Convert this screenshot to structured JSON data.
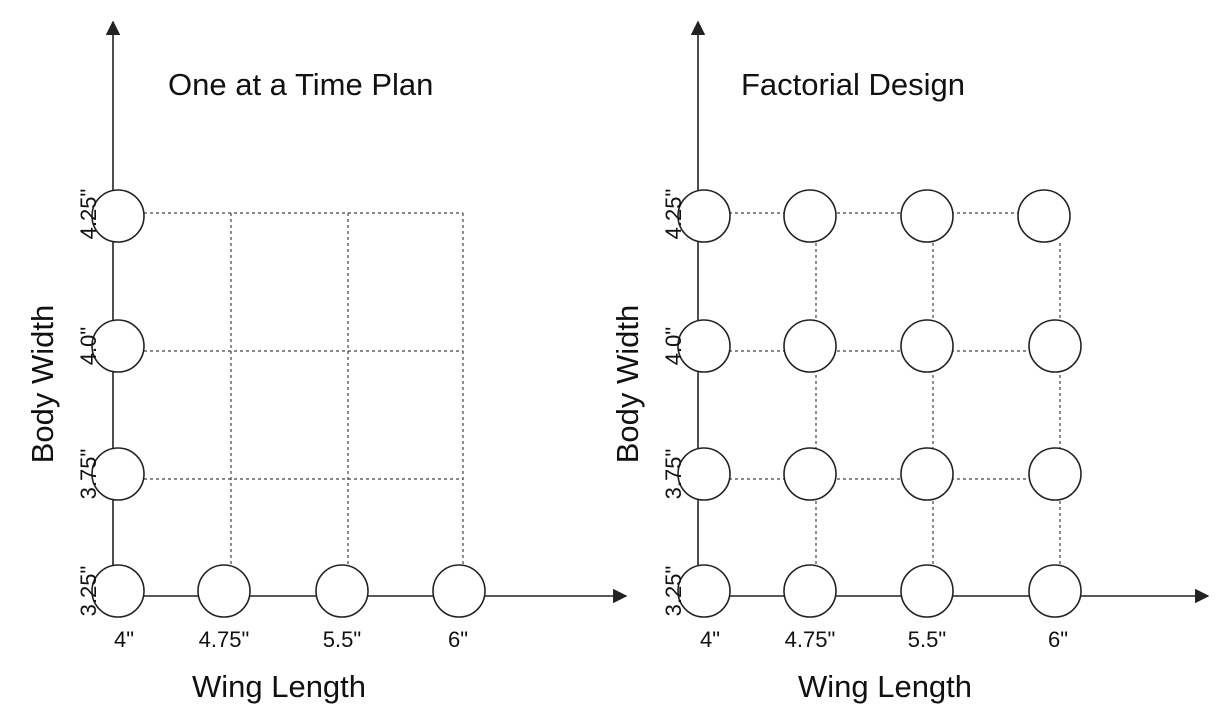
{
  "panels": [
    {
      "title": "One at a Time Plan",
      "x_axis_label": "Wing Length",
      "y_axis_label": "Body Width",
      "x_ticks": [
        "4\"",
        "4.75\"",
        "5.5\"",
        "6\""
      ],
      "y_ticks": [
        "3.25\"",
        "3.75\"",
        "4.0\"",
        "4.25\""
      ],
      "runs": [
        {
          "wing": "4\"",
          "body": "3.25\""
        },
        {
          "wing": "4.75\"",
          "body": "3.25\""
        },
        {
          "wing": "5.5\"",
          "body": "3.25\""
        },
        {
          "wing": "6\"",
          "body": "3.25\""
        },
        {
          "wing": "4\"",
          "body": "3.75\""
        },
        {
          "wing": "4\"",
          "body": "4.0\""
        },
        {
          "wing": "4\"",
          "body": "4.25\""
        }
      ]
    },
    {
      "title": "Factorial Design",
      "x_axis_label": "Wing Length",
      "y_axis_label": "Body Width",
      "x_ticks": [
        "4\"",
        "4.75\"",
        "5.5\"",
        "6\""
      ],
      "y_ticks": [
        "3.25\"",
        "3.75\"",
        "4.0\"",
        "4.25\""
      ],
      "runs": "all-combinations"
    }
  ],
  "colors": {
    "line": "#222222",
    "grid": "#444444",
    "circle_fill": "#ffffff"
  }
}
